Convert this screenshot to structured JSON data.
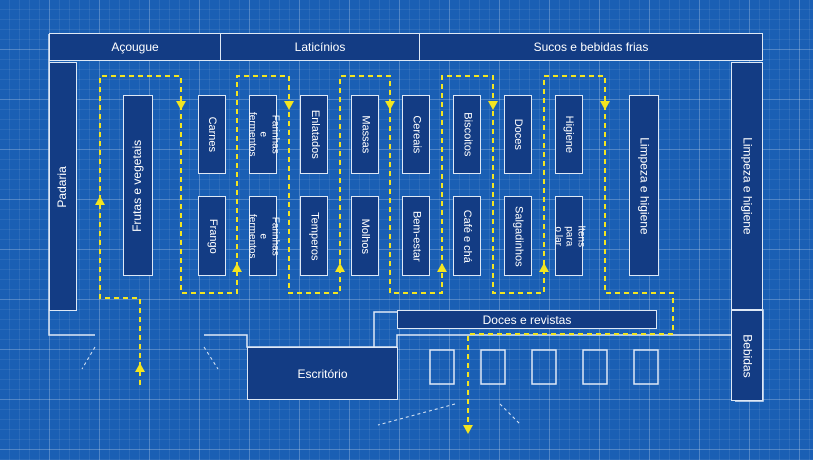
{
  "sections": {
    "acougue": "Açougue",
    "laticinios": "Laticínios",
    "sucos": "Sucos e bebidas frias",
    "padaria": "Padaria",
    "frutas": "Frutas e vegetais",
    "limpeza_right": "Limpeza e higiene",
    "bebidas": "Bebidas",
    "doces_revistas": "Doces e revistas",
    "escritorio": "Escritório"
  },
  "aisles": {
    "carnes": "Carnes",
    "frango": "Frango",
    "farinhas_top": "Farinhas e fermentos",
    "farinhas_bottom": "Farinhas e fermentos",
    "enlatados": "Enlatados",
    "temperos": "Temperos",
    "massas": "Massas",
    "molhos": "Molhos",
    "cereais": "Cereais",
    "bem_estar": "Bem-estar",
    "biscoitos": "Biscoitos",
    "cafe": "Café e chá",
    "doces": "Doces",
    "salgadinhos": "Salgadinhos",
    "higiene": "Higiene",
    "itens_lar": "Itens para o lar",
    "limpeza_aisle": "Limpeza e higiene"
  },
  "colors": {
    "background": "#1a5fb4",
    "block_fill": "#133c84",
    "outline": "#dfe9f6",
    "path": "#f3e520"
  }
}
